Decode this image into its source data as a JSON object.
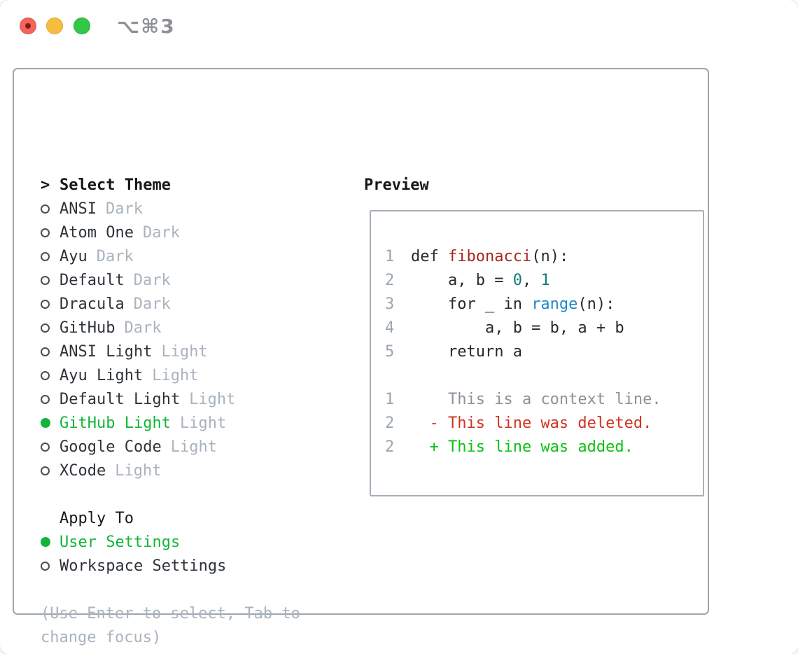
{
  "window": {
    "title": "⌥⌘3",
    "traffic_lights": [
      "close",
      "minimize",
      "zoom"
    ]
  },
  "colors": {
    "selection_green": "#12b53a",
    "added_green": "#0cc110",
    "deleted_red": "#d03321",
    "function_red": "#a5281e",
    "number_teal": "#0d7d76",
    "builtin_blue": "#1d88c7",
    "muted_gray": "#a9b3be",
    "border_gray": "#9ca6b0"
  },
  "theme_panel": {
    "header": {
      "marker": ">",
      "label": "Select Theme"
    },
    "themes": [
      {
        "name": "ANSI",
        "variant": "Dark",
        "selected": false
      },
      {
        "name": "Atom One",
        "variant": "Dark",
        "selected": false
      },
      {
        "name": "Ayu",
        "variant": "Dark",
        "selected": false
      },
      {
        "name": "Default",
        "variant": "Dark",
        "selected": false
      },
      {
        "name": "Dracula",
        "variant": "Dark",
        "selected": false
      },
      {
        "name": "GitHub",
        "variant": "Dark",
        "selected": false
      },
      {
        "name": "ANSI Light",
        "variant": "Light",
        "selected": false
      },
      {
        "name": "Ayu Light",
        "variant": "Light",
        "selected": false
      },
      {
        "name": "Default Light",
        "variant": "Light",
        "selected": false
      },
      {
        "name": "GitHub Light",
        "variant": "Light",
        "selected": true
      },
      {
        "name": "Google Code",
        "variant": "Light",
        "selected": false
      },
      {
        "name": "XCode",
        "variant": "Light",
        "selected": false
      }
    ],
    "apply_to": {
      "label": "Apply To",
      "options": [
        {
          "name": "User Settings",
          "selected": true
        },
        {
          "name": "Workspace Settings",
          "selected": false
        }
      ]
    },
    "hint": {
      "line1": "(Use Enter to select, Tab to",
      "line2": "change focus)"
    }
  },
  "preview": {
    "label": "Preview",
    "lines": [
      {
        "num": "1",
        "spans": [
          {
            "t": "def ",
            "c": "d"
          },
          {
            "t": "fibonacci",
            "c": "fn"
          },
          {
            "t": "(n):",
            "c": "d"
          }
        ]
      },
      {
        "num": "2",
        "spans": [
          {
            "t": "    a, b = ",
            "c": "d"
          },
          {
            "t": "0",
            "c": "num"
          },
          {
            "t": ", ",
            "c": "d"
          },
          {
            "t": "1",
            "c": "num"
          }
        ]
      },
      {
        "num": "3",
        "spans": [
          {
            "t": "    for _ in ",
            "c": "d"
          },
          {
            "t": "range",
            "c": "bi"
          },
          {
            "t": "(n):",
            "c": "d"
          }
        ]
      },
      {
        "num": "4",
        "spans": [
          {
            "t": "        a, b = b, a + b",
            "c": "d"
          }
        ]
      },
      {
        "num": "5",
        "spans": [
          {
            "t": "    return a",
            "c": "d"
          }
        ]
      },
      {
        "num": "",
        "spans": []
      },
      {
        "num": "1",
        "spans": [
          {
            "t": "    This is a context line.",
            "c": "ctx"
          }
        ]
      },
      {
        "num": "2",
        "spans": [
          {
            "t": "  - This line was deleted.",
            "c": "del"
          }
        ]
      },
      {
        "num": "2",
        "spans": [
          {
            "t": "  + This line was added.",
            "c": "add"
          }
        ]
      }
    ]
  }
}
